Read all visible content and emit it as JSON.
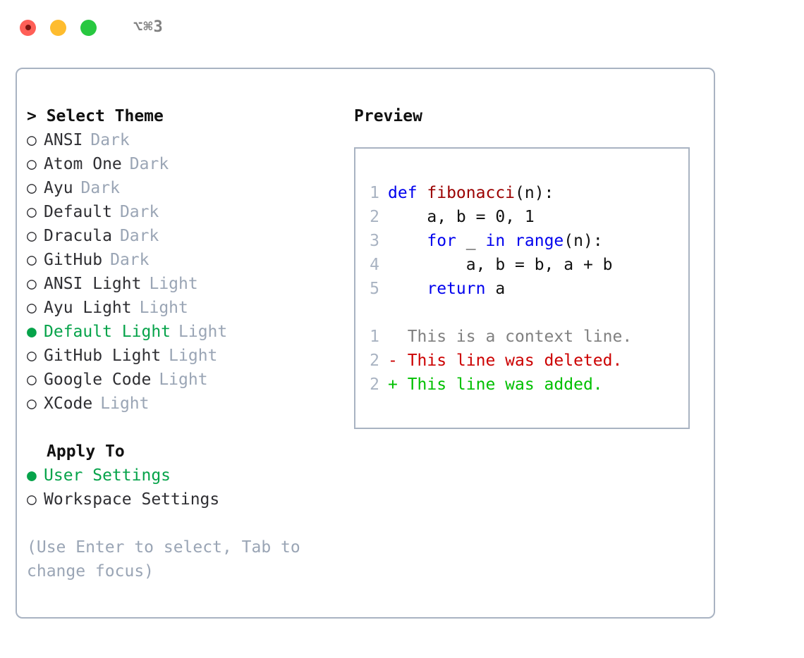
{
  "titlebar": {
    "shortcut": "⌥⌘3",
    "buttons": [
      {
        "name": "close",
        "color": "#ff5f57"
      },
      {
        "name": "minimize",
        "color": "#febc2e"
      },
      {
        "name": "maximize",
        "color": "#28c840"
      }
    ]
  },
  "theme_list": {
    "header_prompt": "> ",
    "header": "Select Theme",
    "marker_selected": "●",
    "marker_unselected": "○",
    "items": [
      {
        "name": "ANSI",
        "kind": "Dark",
        "selected": false
      },
      {
        "name": "Atom One",
        "kind": "Dark",
        "selected": false
      },
      {
        "name": "Ayu",
        "kind": "Dark",
        "selected": false
      },
      {
        "name": "Default",
        "kind": "Dark",
        "selected": false
      },
      {
        "name": "Dracula",
        "kind": "Dark",
        "selected": false
      },
      {
        "name": "GitHub",
        "kind": "Dark",
        "selected": false
      },
      {
        "name": "ANSI Light",
        "kind": "Light",
        "selected": false
      },
      {
        "name": "Ayu Light",
        "kind": "Light",
        "selected": false
      },
      {
        "name": "Default Light",
        "kind": "Light",
        "selected": true
      },
      {
        "name": "GitHub Light",
        "kind": "Light",
        "selected": false
      },
      {
        "name": "Google Code",
        "kind": "Light",
        "selected": false
      },
      {
        "name": "XCode",
        "kind": "Light",
        "selected": false
      }
    ]
  },
  "apply_to": {
    "title": "Apply To",
    "items": [
      {
        "name": "User Settings",
        "selected": true
      },
      {
        "name": "Workspace Settings",
        "selected": false
      }
    ]
  },
  "hint": "(Use Enter to select, Tab to change focus)",
  "preview": {
    "header": "Preview",
    "code_lines": [
      {
        "no": "1",
        "tokens": [
          {
            "t": "def ",
            "c": "kw"
          },
          {
            "t": "fibonacci",
            "c": "fn"
          },
          {
            "t": "(n):",
            "c": "plain"
          }
        ]
      },
      {
        "no": "2",
        "tokens": [
          {
            "t": "    a, b = 0, 1",
            "c": "plain"
          }
        ]
      },
      {
        "no": "3",
        "tokens": [
          {
            "t": "    ",
            "c": "plain"
          },
          {
            "t": "for",
            "c": "kw"
          },
          {
            "t": " _ ",
            "c": "plain"
          },
          {
            "t": "in",
            "c": "kw"
          },
          {
            "t": " ",
            "c": "plain"
          },
          {
            "t": "range",
            "c": "kw"
          },
          {
            "t": "(n):",
            "c": "plain"
          }
        ]
      },
      {
        "no": "4",
        "tokens": [
          {
            "t": "        a, b = b, a + b",
            "c": "plain"
          }
        ]
      },
      {
        "no": "5",
        "tokens": [
          {
            "t": "    ",
            "c": "plain"
          },
          {
            "t": "return",
            "c": "kw"
          },
          {
            "t": " a",
            "c": "plain"
          }
        ]
      }
    ],
    "diff_lines": [
      {
        "no": "1",
        "marker": " ",
        "text": "  This is a context line.",
        "kind": "ctx"
      },
      {
        "no": "2",
        "marker": "-",
        "text": "- This line was deleted.",
        "kind": "del"
      },
      {
        "no": "2",
        "marker": "+",
        "text": "+ This line was added.",
        "kind": "add"
      }
    ]
  },
  "colors": {
    "selected_green": "#06a34a",
    "muted_blue_gray": "#9aa5b5",
    "border": "#a9b3c2",
    "keyword_blue": "#0000ee",
    "function_red": "#9b0000",
    "diff_deleted": "#cc0000",
    "diff_added": "#00c000"
  }
}
